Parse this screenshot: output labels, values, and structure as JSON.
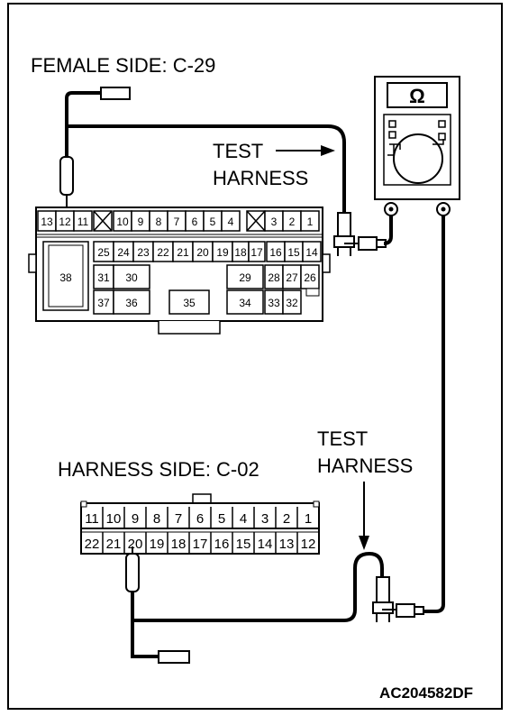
{
  "labels": {
    "female_side": "FEMALE SIDE: C-29",
    "harness_side": "HARNESS SIDE: C-02",
    "test_1": "TEST",
    "harness_1": "HARNESS",
    "test_2": "TEST",
    "harness_2": "HARNESS",
    "figure_code": "AC204582DF",
    "meter_symbol": "Ω"
  },
  "c29": {
    "row1": [
      "13",
      "12",
      "11",
      "10",
      "9",
      "8",
      "7",
      "6",
      "5",
      "4",
      "3",
      "2",
      "1"
    ],
    "row2": [
      "25",
      "24",
      "23",
      "22",
      "21",
      "20",
      "19",
      "18",
      "17",
      "16",
      "15",
      "14"
    ],
    "row3": [
      "31",
      "30",
      "29",
      "28",
      "27",
      "26"
    ],
    "row4": [
      "37",
      "36",
      "35",
      "34",
      "33",
      "32"
    ],
    "big": "38"
  },
  "c02": {
    "row1": [
      "11",
      "10",
      "9",
      "8",
      "7",
      "6",
      "5",
      "4",
      "3",
      "2",
      "1"
    ],
    "row2": [
      "22",
      "21",
      "20",
      "19",
      "18",
      "17",
      "16",
      "15",
      "14",
      "13",
      "12"
    ]
  }
}
